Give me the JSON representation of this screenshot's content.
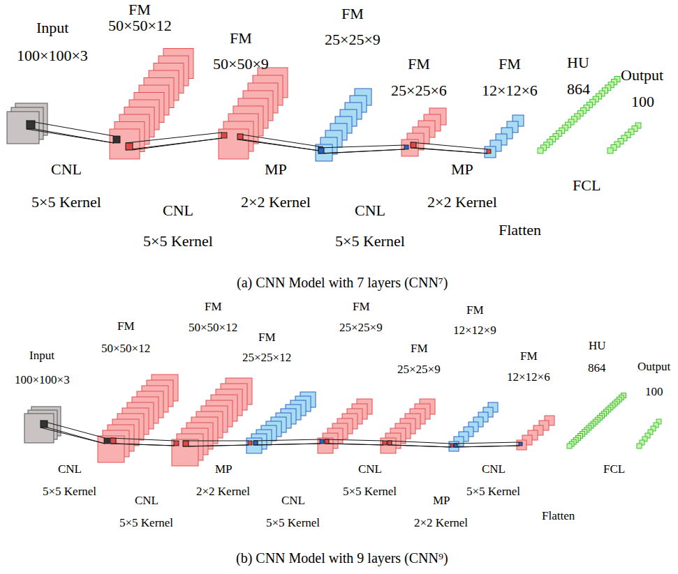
{
  "diagram": {
    "labels": [
      "Input",
      "100×100×3",
      "FM",
      "50×50×12",
      "FM",
      "50×50×9",
      "FM",
      "25×25×9",
      "FM",
      "25×25×6",
      "FM",
      "12×12×6",
      "HU",
      "864",
      "Output",
      "100",
      "CNL",
      "5×5 Kernel",
      "CNL",
      "5×5 Kernel",
      "MP",
      "2×2 Kernel",
      "CNL",
      "5×5 Kernel",
      "MP",
      "2×2 Kernel",
      "Flatten",
      "FCL",
      "(a) CNN Model with 7 layers (CNN⁷)",
      "FM",
      "50×50×12",
      "FM",
      "50×50×12",
      "Input",
      "100×100×3",
      "FM",
      "25×25×12",
      "FM",
      "25×25×9",
      "FM",
      "25×25×9",
      "FM",
      "12×12×9",
      "FM",
      "12×12×6",
      "HU",
      "864",
      "Output",
      "100",
      "CNL",
      "5×5 Kernel",
      "CNL",
      "5×5 Kernel",
      "MP",
      "2×2 Kernel",
      "CNL",
      "5×5 Kernel",
      "CNL",
      "5×5 Kernel",
      "MP",
      "2×2 Kernel",
      "CNL",
      "5×5 Kernel",
      "Flatten",
      "FCL",
      "(b) CNN Model with 9 layers (CNN⁹)"
    ]
  }
}
